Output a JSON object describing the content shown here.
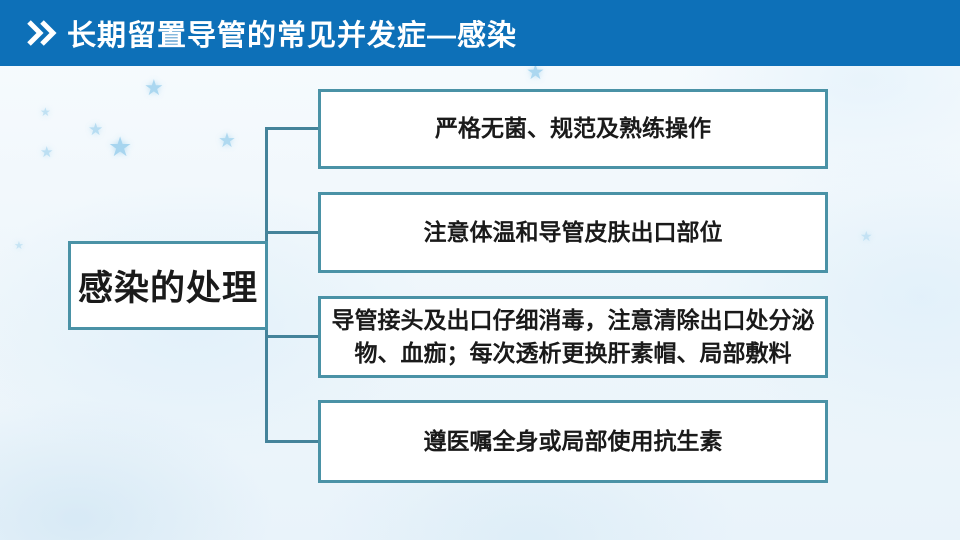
{
  "header": {
    "title": "长期留置导管的常见并发症—感染",
    "chevron_icon": "double-right-chevron",
    "background_color": "#0d70b8",
    "text_color": "#ffffff"
  },
  "diagram": {
    "root": {
      "label": "感染的处理"
    },
    "branches": [
      {
        "label": "严格无菌、规范及熟练操作"
      },
      {
        "label": "注意体温和导管皮肤出口部位"
      },
      {
        "label": "导管接头及出口仔细消毒，注意清除出口处分泌物、血痂；每次透析更换肝素帽、局部敷料"
      },
      {
        "label": "遵医嘱全身或局部使用抗生素"
      }
    ],
    "box_background": "#ffffff",
    "box_border_color": "#4a92a6",
    "connector_color": "#44839a",
    "text_color": "#1a1a1a"
  },
  "background": {
    "base_color": "#f3f9fd",
    "sparkle_color": "#9fd2ee",
    "sparkle_glyph": "★"
  }
}
